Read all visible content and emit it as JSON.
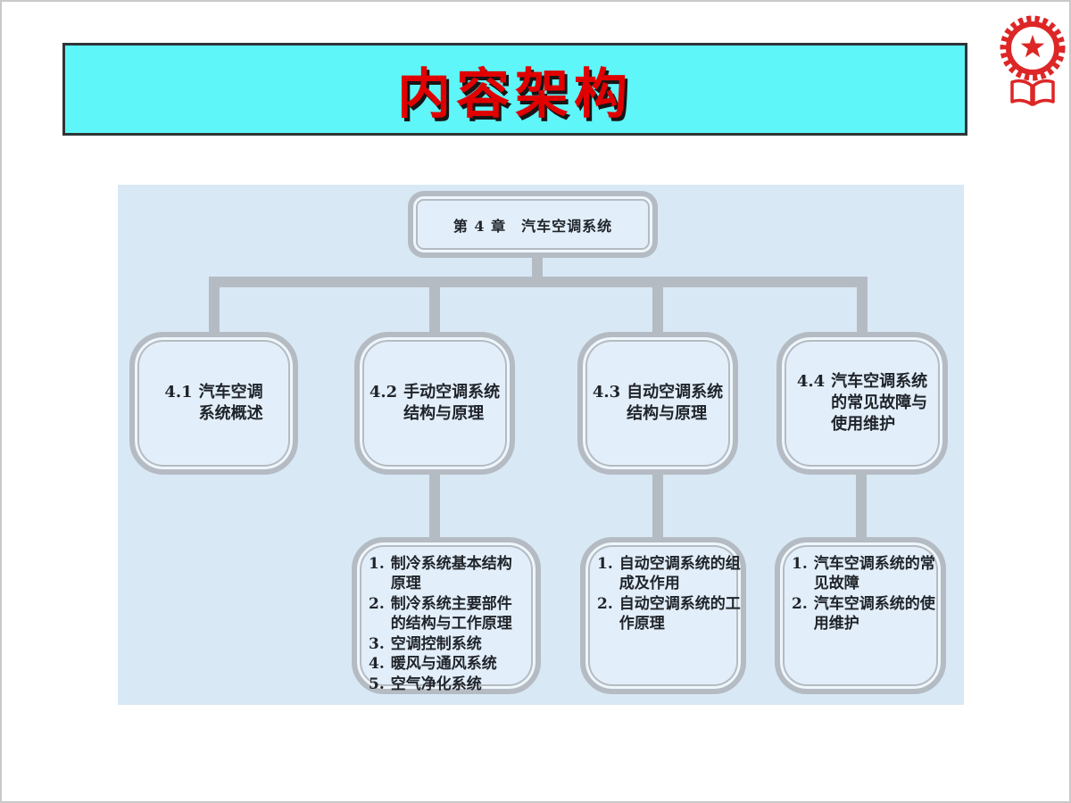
{
  "title_banner": {
    "text": "内容架构",
    "bg_color": "#5ef6f8",
    "border_color": "#2f3437",
    "text_color": "#e00000",
    "shadow_color": "#161616"
  },
  "badge": {
    "icon": "gear-star-open-book-emblem",
    "color": "#dd2626"
  },
  "diagram": {
    "bg_color": "#d9e8f5",
    "line_color": "#b4bbc3",
    "node_fill": "#e2eef9",
    "root": {
      "label": "第 4 章　汽车空调系统"
    },
    "level2": [
      {
        "num": "4.1",
        "lines": [
          "汽车空调",
          "系统概述"
        ]
      },
      {
        "num": "4.2",
        "lines": [
          "手动空调系统",
          "结构与原理"
        ]
      },
      {
        "num": "4.3",
        "lines": [
          "自动空调系统",
          "结构与原理"
        ]
      },
      {
        "num": "4.4",
        "lines": [
          "汽车空调系统",
          "的常见故障与",
          "使用维护"
        ]
      }
    ],
    "level3": [
      {
        "items": [
          {
            "num": "1.",
            "lines": [
              "制冷系统基本结构",
              "原理"
            ]
          },
          {
            "num": "2.",
            "lines": [
              "制冷系统主要部件",
              "的结构与工作原理"
            ]
          },
          {
            "num": "3.",
            "lines": [
              "空调控制系统"
            ]
          },
          {
            "num": "4.",
            "lines": [
              "暖风与通风系统"
            ]
          },
          {
            "num": "5.",
            "lines": [
              "空气净化系统"
            ]
          }
        ]
      },
      {
        "items": [
          {
            "num": "1.",
            "lines": [
              "自动空调系统的组",
              "成及作用"
            ]
          },
          {
            "num": "2.",
            "lines": [
              "自动空调系统的工",
              "作原理"
            ]
          }
        ]
      },
      {
        "items": [
          {
            "num": "1.",
            "lines": [
              "汽车空调系统的常",
              "见故障"
            ]
          },
          {
            "num": "2.",
            "lines": [
              "汽车空调系统的使",
              "用维护"
            ]
          }
        ]
      }
    ]
  }
}
